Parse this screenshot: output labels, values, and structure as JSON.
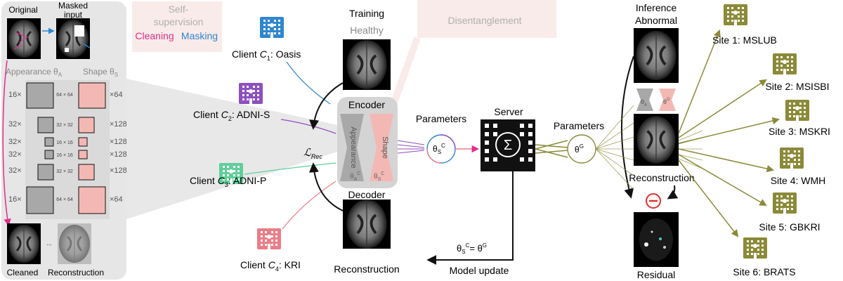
{
  "left_panel": {
    "original_label": "Original",
    "masked_label_line1": "Masked",
    "masked_label_line2": "input",
    "selfsup_line1": "Self-",
    "selfsup_line2": "supervision",
    "cleaning_label": "Cleaning",
    "masking_label": "Masking",
    "appearance_label": "Appearance θ",
    "appearance_sub": "A",
    "shape_label": "Shape θ",
    "shape_sub": "S",
    "rows": [
      {
        "left": "16×",
        "mid": "64 × 64",
        "right": "×64"
      },
      {
        "left": "32×",
        "mid": "32 × 32",
        "right": "×128"
      },
      {
        "left": "32×",
        "mid": "16 × 16",
        "right": "×128"
      },
      {
        "left": "32×",
        "mid": "16 × 16",
        "right": "×128"
      },
      {
        "left": "32×",
        "mid": "32 × 32",
        "right": "×128"
      },
      {
        "left": "16×",
        "mid": "64 × 64",
        "right": "×64"
      }
    ],
    "cleaned_label": "Cleaned",
    "reconstruction_label": "Reconstruction"
  },
  "clients": [
    {
      "prefix": "Client ",
      "var": "C",
      "sub": "1",
      "name": ": Oasis",
      "color": "#2f86cf"
    },
    {
      "prefix": "Client ",
      "var": "C",
      "sub": "2",
      "name": ": ADNI-S",
      "color": "#8e4fbf"
    },
    {
      "prefix": "Client ",
      "var": "C",
      "sub": "3",
      "name": ": ADNI-P",
      "color": "#5fcf9a"
    },
    {
      "prefix": "Client ",
      "var": "C",
      "sub": "4",
      "name": ": KRI",
      "color": "#ea7d87"
    }
  ],
  "training": {
    "title": "Training",
    "healthy": "Healthy",
    "disentanglement": "Disentanglement",
    "encoder": "Encoder",
    "decoder": "Decoder",
    "appearance": "Appearance",
    "shape": "Shape",
    "reconstruction": "Reconstruction",
    "loss": "ℒ",
    "loss_sub": "Rec"
  },
  "server": {
    "parameters_left": "Parameters",
    "parameters_right": "Parameters",
    "server_label": "Server",
    "sigma": "Σ",
    "model_update": "Model update",
    "update_eq_right": "= θ"
  },
  "inference": {
    "title_line1": "Inference",
    "title_line2": "Abnormal",
    "reconstruction": "Reconstruction",
    "residual": "Residual"
  },
  "sites": [
    {
      "label": "Site 1: MSLUB"
    },
    {
      "label": "Site 2: MSISBI"
    },
    {
      "label": "Site 3: MSKRI"
    },
    {
      "label": "Site 4: WMH"
    },
    {
      "label": "Site 5: GBKRI"
    },
    {
      "label": "Site 6: BRATS"
    }
  ],
  "colors": {
    "olive": "#8b8a38",
    "pink": "#f4b8b4",
    "gray_panel": "#e6e6e6",
    "cleaning": "#e0308a",
    "masking": "#2f86cf"
  }
}
